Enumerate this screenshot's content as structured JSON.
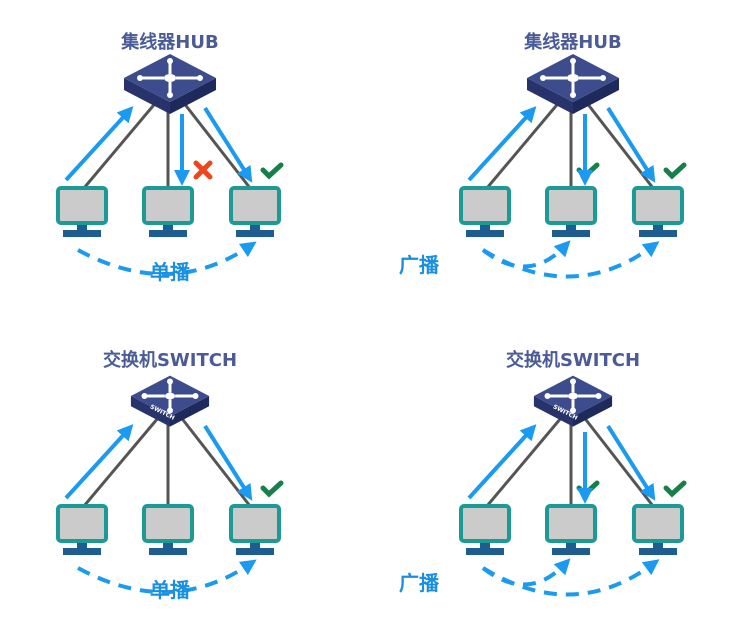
{
  "colors": {
    "device": "#3d4c8c",
    "device_dark": "#27336a",
    "link": "#555555",
    "arrow": "#1a9af0",
    "screen_border": "#1b9a96",
    "screen_fill": "#cbcbcb",
    "stand": "#1d5d8f",
    "check": "#17804a",
    "cross": "#f0441e",
    "title": "#4a5b96",
    "mode_label": "#1a8fe0"
  },
  "panels": [
    {
      "title": "集线器HUB",
      "device": "hub",
      "mode": "unicast",
      "mode_label": "单播",
      "targets": [
        "none",
        "cross",
        "check"
      ]
    },
    {
      "title": "集线器HUB",
      "device": "hub",
      "mode": "broadcast",
      "mode_label": "广播",
      "targets": [
        "none",
        "check",
        "check"
      ]
    },
    {
      "title": "交换机SWITCH",
      "device": "switch",
      "device_label": "SWITCH",
      "mode": "unicast",
      "mode_label": "单播",
      "targets": [
        "none",
        "none",
        "check"
      ]
    },
    {
      "title": "交换机SWITCH",
      "device": "switch",
      "device_label": "SWITCH",
      "mode": "broadcast",
      "mode_label": "广播",
      "targets": [
        "none",
        "check",
        "check"
      ]
    }
  ]
}
